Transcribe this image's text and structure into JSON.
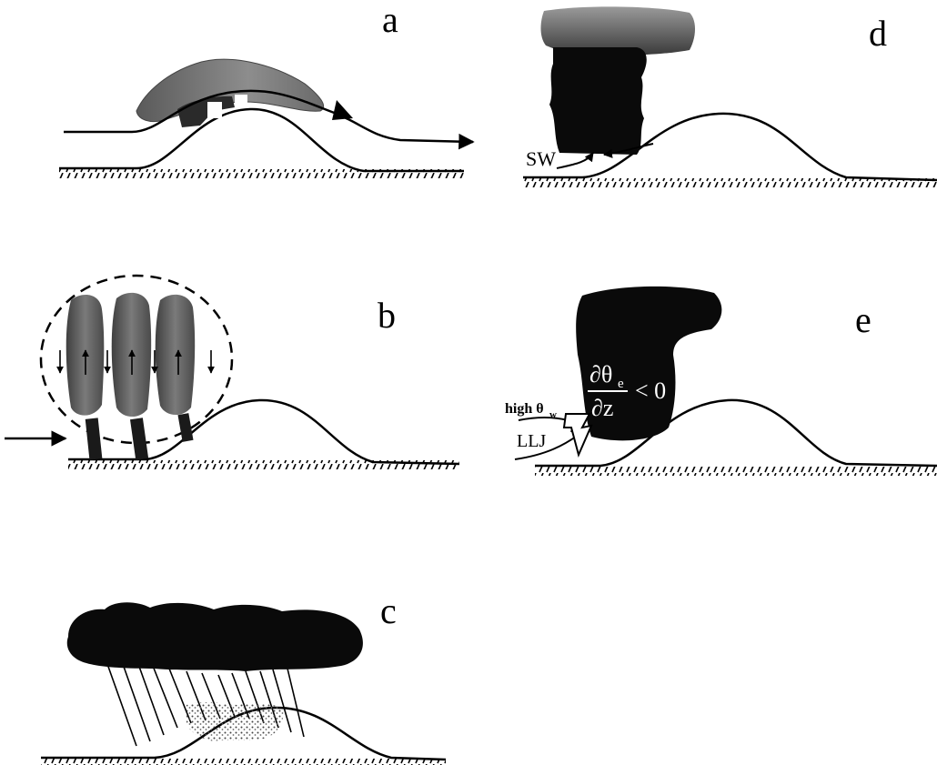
{
  "panels": {
    "a": {
      "letter": "a"
    },
    "b": {
      "letter": "b"
    },
    "c": {
      "letter": "c"
    },
    "d": {
      "letter": "d",
      "flow_label": "SW"
    },
    "e": {
      "letter": "e",
      "moisture_label": "high θ",
      "moisture_sub": "w",
      "jet_label": "LLJ",
      "stability_num": "∂θ",
      "stability_num_sub": "e",
      "stability_den": "∂z",
      "stability_rel": "< 0"
    }
  },
  "colors": {
    "ink": "#000000",
    "cloud_dark": "#0a0a0a",
    "cloud_grey": "#5a5a5a",
    "anvil_grey": "#8a8a8a",
    "background": "#ffffff"
  }
}
